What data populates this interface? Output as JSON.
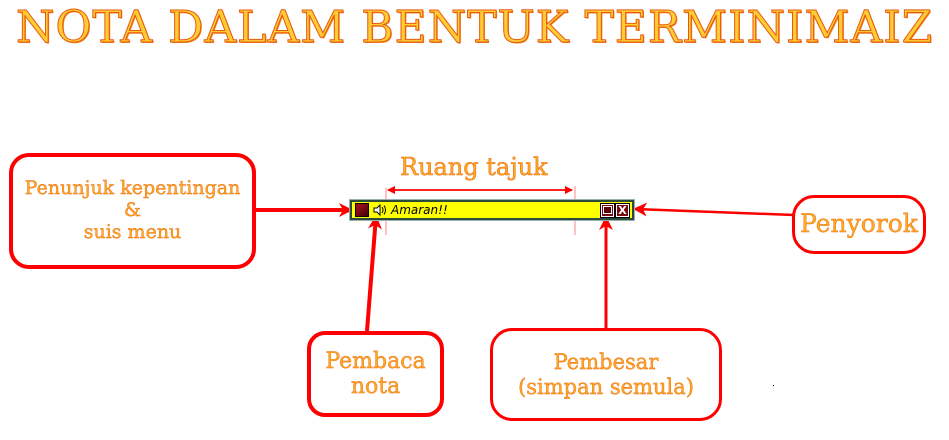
{
  "title": "NOTA DALAM BENTUK TERMINIMAIZ",
  "terminal_bar": {
    "background_color": "#ffff00",
    "status_indicator_icon": "dark-red-square",
    "speaker_icon": "speaker-icon",
    "heading_text": "Amaran!!",
    "restore_button_icon": "restore-icon",
    "close_button_label": "X"
  },
  "annotations": {
    "heading_space": "Ruang tajuk",
    "status_menu": "Penunjuk kepentingan\n&\nsuis menu",
    "hider": "Penyorok",
    "note_reader": "Pembaca\nnota",
    "restore": "Pembesar\n(simpan semula)"
  },
  "colors": {
    "callout_border": "#ff0000",
    "callout_text": "#ffa820",
    "title_fill": "#ffcc33",
    "title_stroke": "#e85a10",
    "arrow": "#ff0000"
  }
}
